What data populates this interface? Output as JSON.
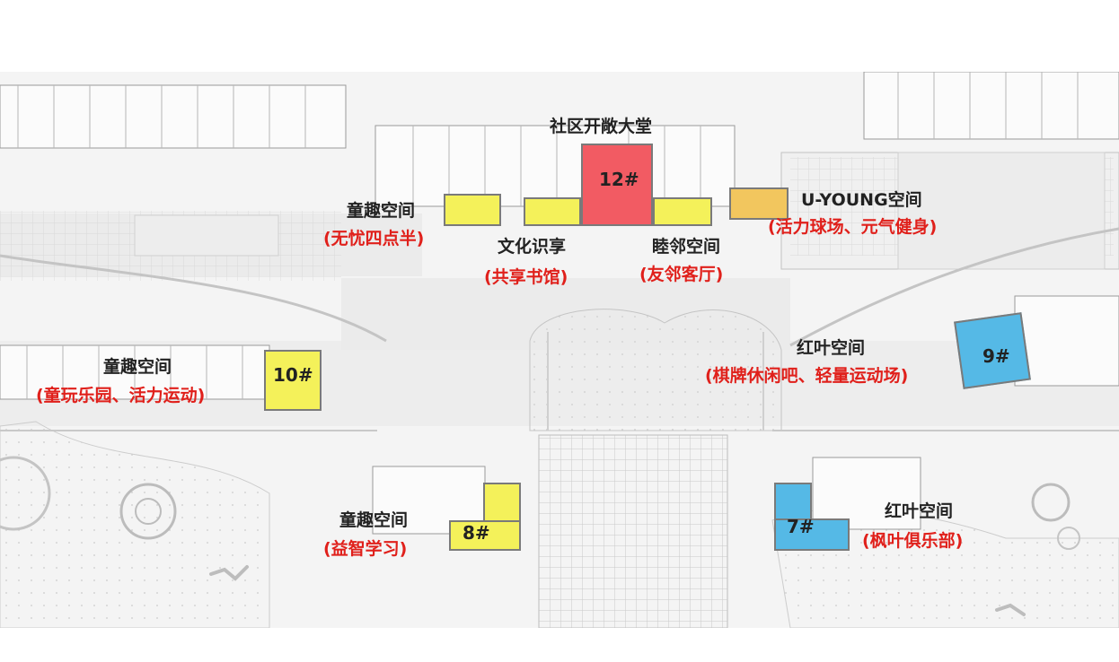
{
  "colors": {
    "yellow": "#f4f15a",
    "red": "#f25b63",
    "blue": "#55b9e6",
    "orange": "#f2c65e",
    "label_black": "#222222",
    "label_red": "#e0201b"
  },
  "buildings": {
    "b12": "12#",
    "b10": "10#",
    "b9": "9#",
    "b8": "8#",
    "b7": "7#"
  },
  "labels": {
    "hall": "社区开敞大堂",
    "kids_top_title": "童趣空间",
    "kids_top_sub": "(无忧四点半)",
    "culture_title": "文化识享",
    "culture_sub": "(共享书馆)",
    "neighbor_title": "睦邻空间",
    "neighbor_sub": "(友邻客厅)",
    "uyoung_title": "U-YOUNG空间",
    "uyoung_sub": "(活力球场、元气健身)",
    "kids_left_title": "童趣空间",
    "kids_left_sub": "(童玩乐园、活力运动)",
    "red_leaf_right_title": "红叶空间",
    "red_leaf_right_sub": "(棋牌休闲吧、轻量运动场)",
    "kids_bottom_title": "童趣空间",
    "kids_bottom_sub": "(益智学习)",
    "red_leaf_bottom_title": "红叶空间",
    "red_leaf_bottom_sub": "(枫叶俱乐部)"
  }
}
